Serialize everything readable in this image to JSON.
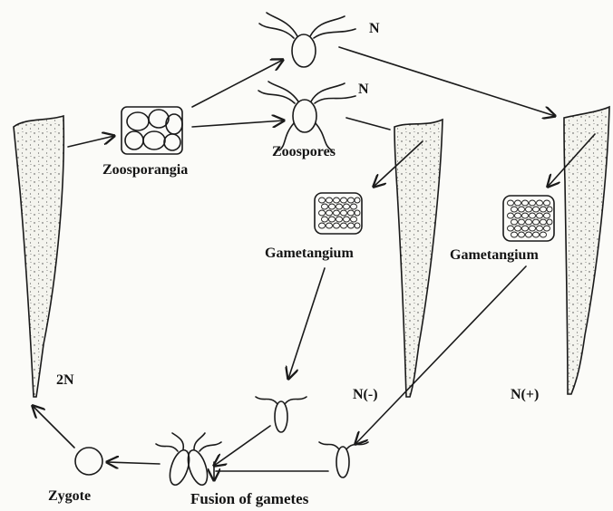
{
  "labels": {
    "zoosporangia": "Zoosporangia",
    "zoospores": "Zoospores",
    "n_top": "N",
    "n_mid": "N",
    "gametangium_left": "Gametangium",
    "gametangium_right": "Gametangium",
    "two_n": "2N",
    "n_minus": "N(-)",
    "n_plus": "N(+)",
    "zygote": "Zygote",
    "fusion": "Fusion of gametes"
  }
}
